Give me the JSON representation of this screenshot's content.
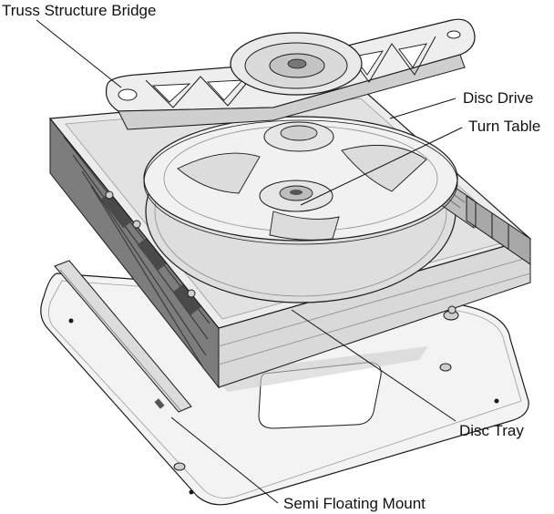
{
  "callouts": {
    "truss_structure_bridge": "Truss Structure Bridge",
    "disc_drive": "Disc Drive",
    "turn_table": "Turn Table",
    "disc_tray": "Disc Tray",
    "semi_floating_mount": "Semi Floating Mount"
  },
  "colors": {
    "line": "#1a1a1a",
    "part_fill": "#e9e9e9",
    "part_dark": "#bdbdbd",
    "shadow": "#8c8c8c",
    "background": "#ffffff"
  }
}
